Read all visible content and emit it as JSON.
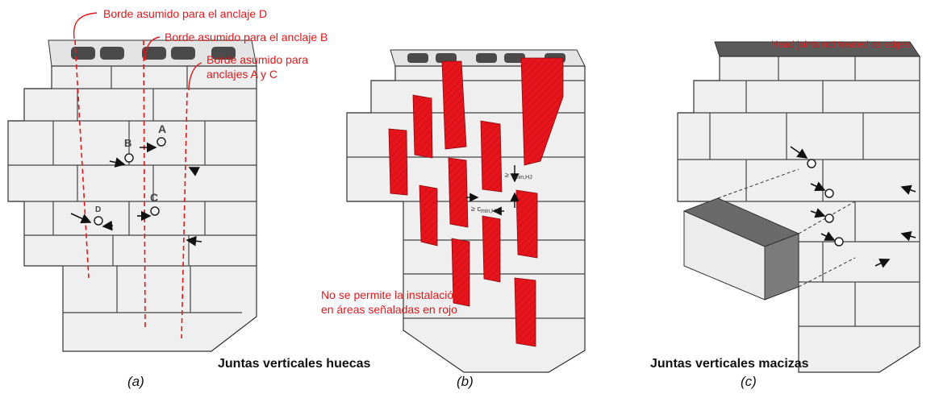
{
  "panel_a": {
    "label_d": "Borde asumido para el anclaje D",
    "label_b": "Borde asumido para el anclaje B",
    "label_ac_line1": "Borde asumido para",
    "label_ac_line2": "anclajes A y C",
    "anchor_a": "A",
    "anchor_b": "B",
    "anchor_c": "C",
    "anchor_d": "D",
    "sublabel": "(a)"
  },
  "panel_b": {
    "note_line1": "No se permite la instalación",
    "note_line2": "en áreas señaladas en rojo",
    "dim_1": "≥ c",
    "dim_1_sub": "min,HJ",
    "dim_2": "≥ c",
    "dim_2_sub": "min,HJ",
    "sublabel": "(b)"
  },
  "panel_c": {
    "head_note": "Head joints not treated as edges",
    "sublabel": "(c)"
  },
  "captions": {
    "hollow": "Juntas verticales huecas",
    "solid": "Juntas verticales macizas"
  },
  "colors": {
    "annotation_red": "#e0191b",
    "zone_red": "#e8141b",
    "block_face": "#ececec",
    "block_top": "#4a4a4a"
  }
}
